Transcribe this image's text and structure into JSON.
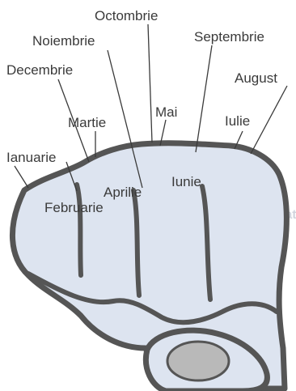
{
  "labels": {
    "octombrie": "Octombrie",
    "noiembrie": "Noiembrie",
    "septembrie": "Septembrie",
    "decembrie": "Decembrie",
    "august": "August",
    "martie": "Martie",
    "mai": "Mai",
    "iulie": "Iulie",
    "ianuarie": "Ianuarie",
    "iunie": "Iunie",
    "aprilie": "Aprilie",
    "februarie": "Februarie"
  },
  "colors": {
    "skin": "#dde4f0",
    "outline": "#555555",
    "text": "#3a3a3a",
    "thumbnail": "#b9b9b9"
  }
}
